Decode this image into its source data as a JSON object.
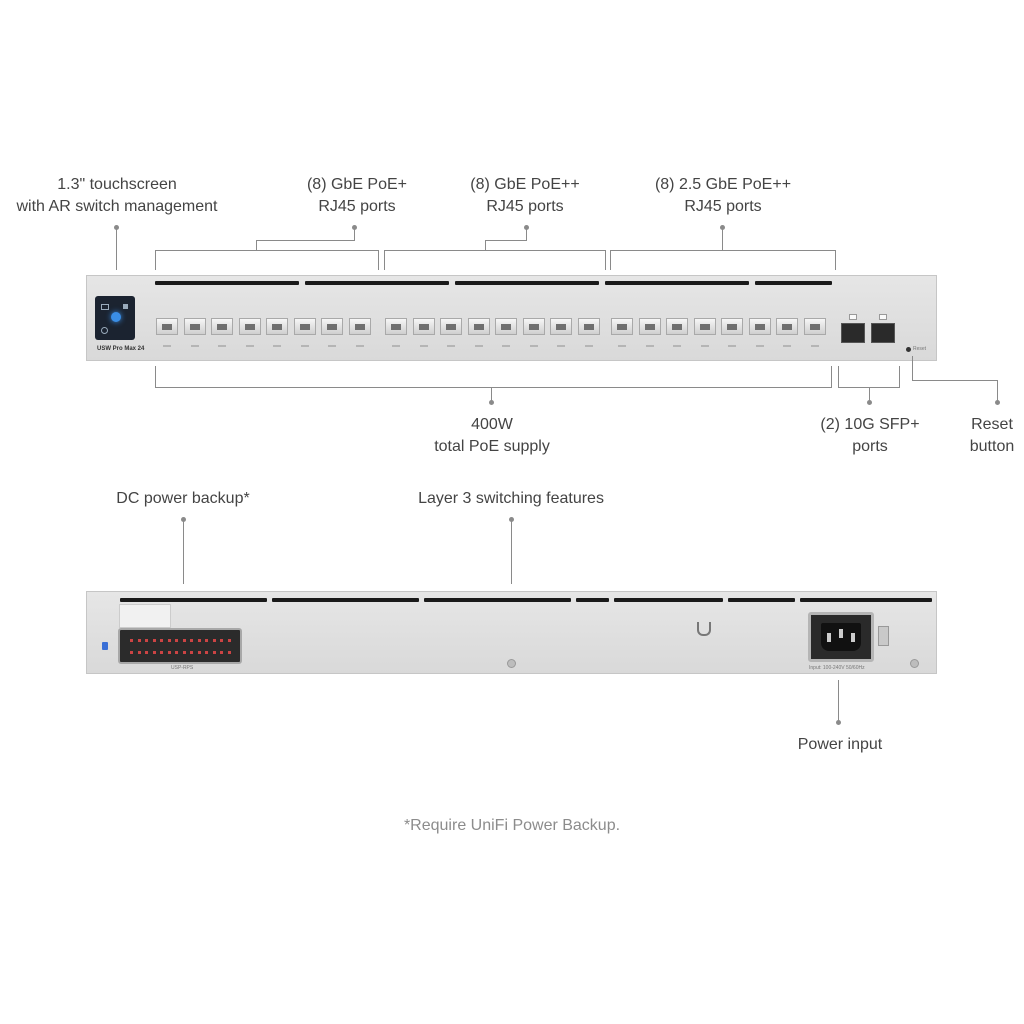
{
  "callouts": {
    "touchscreen": "1.3\" touchscreen\nwith AR switch management",
    "gbe_poe_plus": "(8) GbE PoE+\nRJ45 ports",
    "gbe_poe_plusplus": "(8) GbE PoE++\nRJ45 ports",
    "gbe25_poe_plusplus": "(8) 2.5 GbE PoE++\nRJ45 ports",
    "poe_supply": "400W\ntotal PoE supply",
    "sfp_ports": "(2) 10G SFP+\nports",
    "reset_button": "Reset\nbutton",
    "dc_power_backup": "DC power backup*",
    "layer3": "Layer 3 switching features",
    "power_input": "Power input"
  },
  "footnote": "*Require UniFi Power Backup.",
  "device": {
    "model_label": "USW Pro Max 24",
    "reset_label": "Reset",
    "rear_connector_label": "USP-RPS",
    "power_rating_label": "Input: 100-240V 50/60Hz"
  },
  "colors": {
    "chassis": "#dedede",
    "vent": "#1a1a1a",
    "screen": "#1b2330",
    "text": "#444444",
    "footnote": "#8c8c8c"
  },
  "icons": {
    "screen": "touchscreen-icon",
    "ubiquiti_logo": "ubiquiti-logo-icon"
  }
}
